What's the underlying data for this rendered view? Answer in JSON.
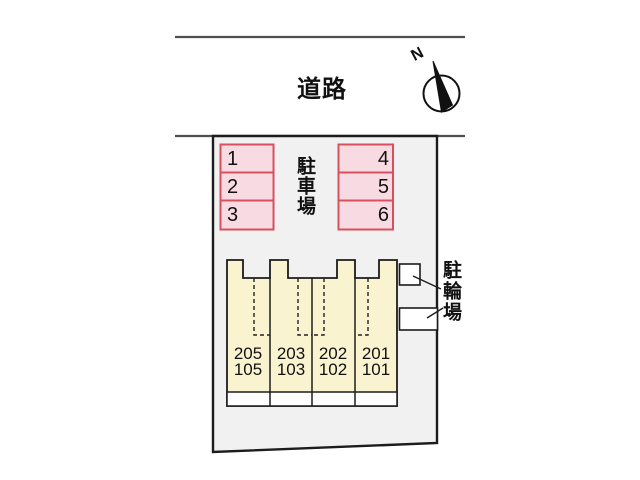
{
  "plan": {
    "road_label": "道路",
    "compass": {
      "north_label": "N"
    },
    "parking_lot": {
      "label": "駐車場",
      "spaces_left": [
        "1",
        "2",
        "3"
      ],
      "spaces_right": [
        "4",
        "5",
        "6"
      ],
      "space_fill": "#f8dbe2",
      "space_border": "#d8505e"
    },
    "building": {
      "fill": "#faf3d0",
      "units": [
        {
          "upper": "205",
          "lower": "105"
        },
        {
          "upper": "203",
          "lower": "103"
        },
        {
          "upper": "202",
          "lower": "102"
        },
        {
          "upper": "201",
          "lower": "101"
        }
      ]
    },
    "bicycle_parking": {
      "label": "駐輪場"
    },
    "site": {
      "fill": "#f1f1f1",
      "outline": "#1c1c1c",
      "road_line": "#4f4f4f"
    }
  }
}
